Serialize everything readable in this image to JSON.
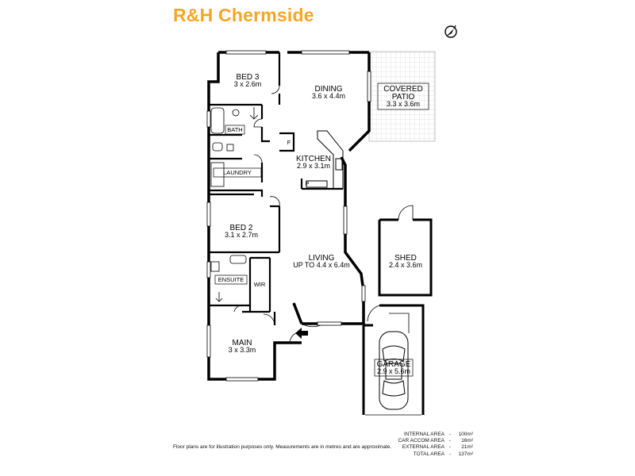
{
  "brand": {
    "name": "R&H Chermside",
    "color": "#f5a623"
  },
  "plan": {
    "rooms": [
      {
        "id": "bed3",
        "name": "BED 3",
        "size": "3 x 2.6m"
      },
      {
        "id": "dining",
        "name": "DINING",
        "size": "3.6 x 4.4m"
      },
      {
        "id": "patio",
        "name_line1": "COVERED",
        "name_line2": "PATIO",
        "size": "3.3 x 3.6m"
      },
      {
        "id": "bath",
        "name": "BATH"
      },
      {
        "id": "kitchen",
        "name": "KITCHEN",
        "size": "2.9 x 3.1m"
      },
      {
        "id": "laundry",
        "name": "LAUNDRY"
      },
      {
        "id": "bed2",
        "name": "BED 2",
        "size": "3.1 x 2.7m"
      },
      {
        "id": "shed",
        "name": "SHED",
        "size": "2.4 x 3.6m"
      },
      {
        "id": "living",
        "name": "LIVING",
        "size": "UP TO 4.4 x 6.4m"
      },
      {
        "id": "ensuite",
        "name": "ENSUITE"
      },
      {
        "id": "wir",
        "name": "WIR"
      },
      {
        "id": "main",
        "name": "MAIN",
        "size": "3 x 3.3m"
      },
      {
        "id": "garage",
        "name": "GARAGE",
        "size": "2.9 x 5.6m"
      }
    ],
    "fridge_label": "F",
    "pantry_label": "P"
  },
  "disclaimer": "Floor plans are for illustration purposes only. Measurements are in metres and are approximate.",
  "areas": [
    {
      "label": "INTERNAL AREA",
      "sep": "-",
      "value": "100m²"
    },
    {
      "label": "CAR ACCOM AREA",
      "sep": "-",
      "value": "16m²"
    },
    {
      "label": "EXTERNAL AREA",
      "sep": "-",
      "value": "21m²"
    },
    {
      "label": "TOTAL AREA",
      "sep": "-",
      "value": "137m²"
    }
  ]
}
